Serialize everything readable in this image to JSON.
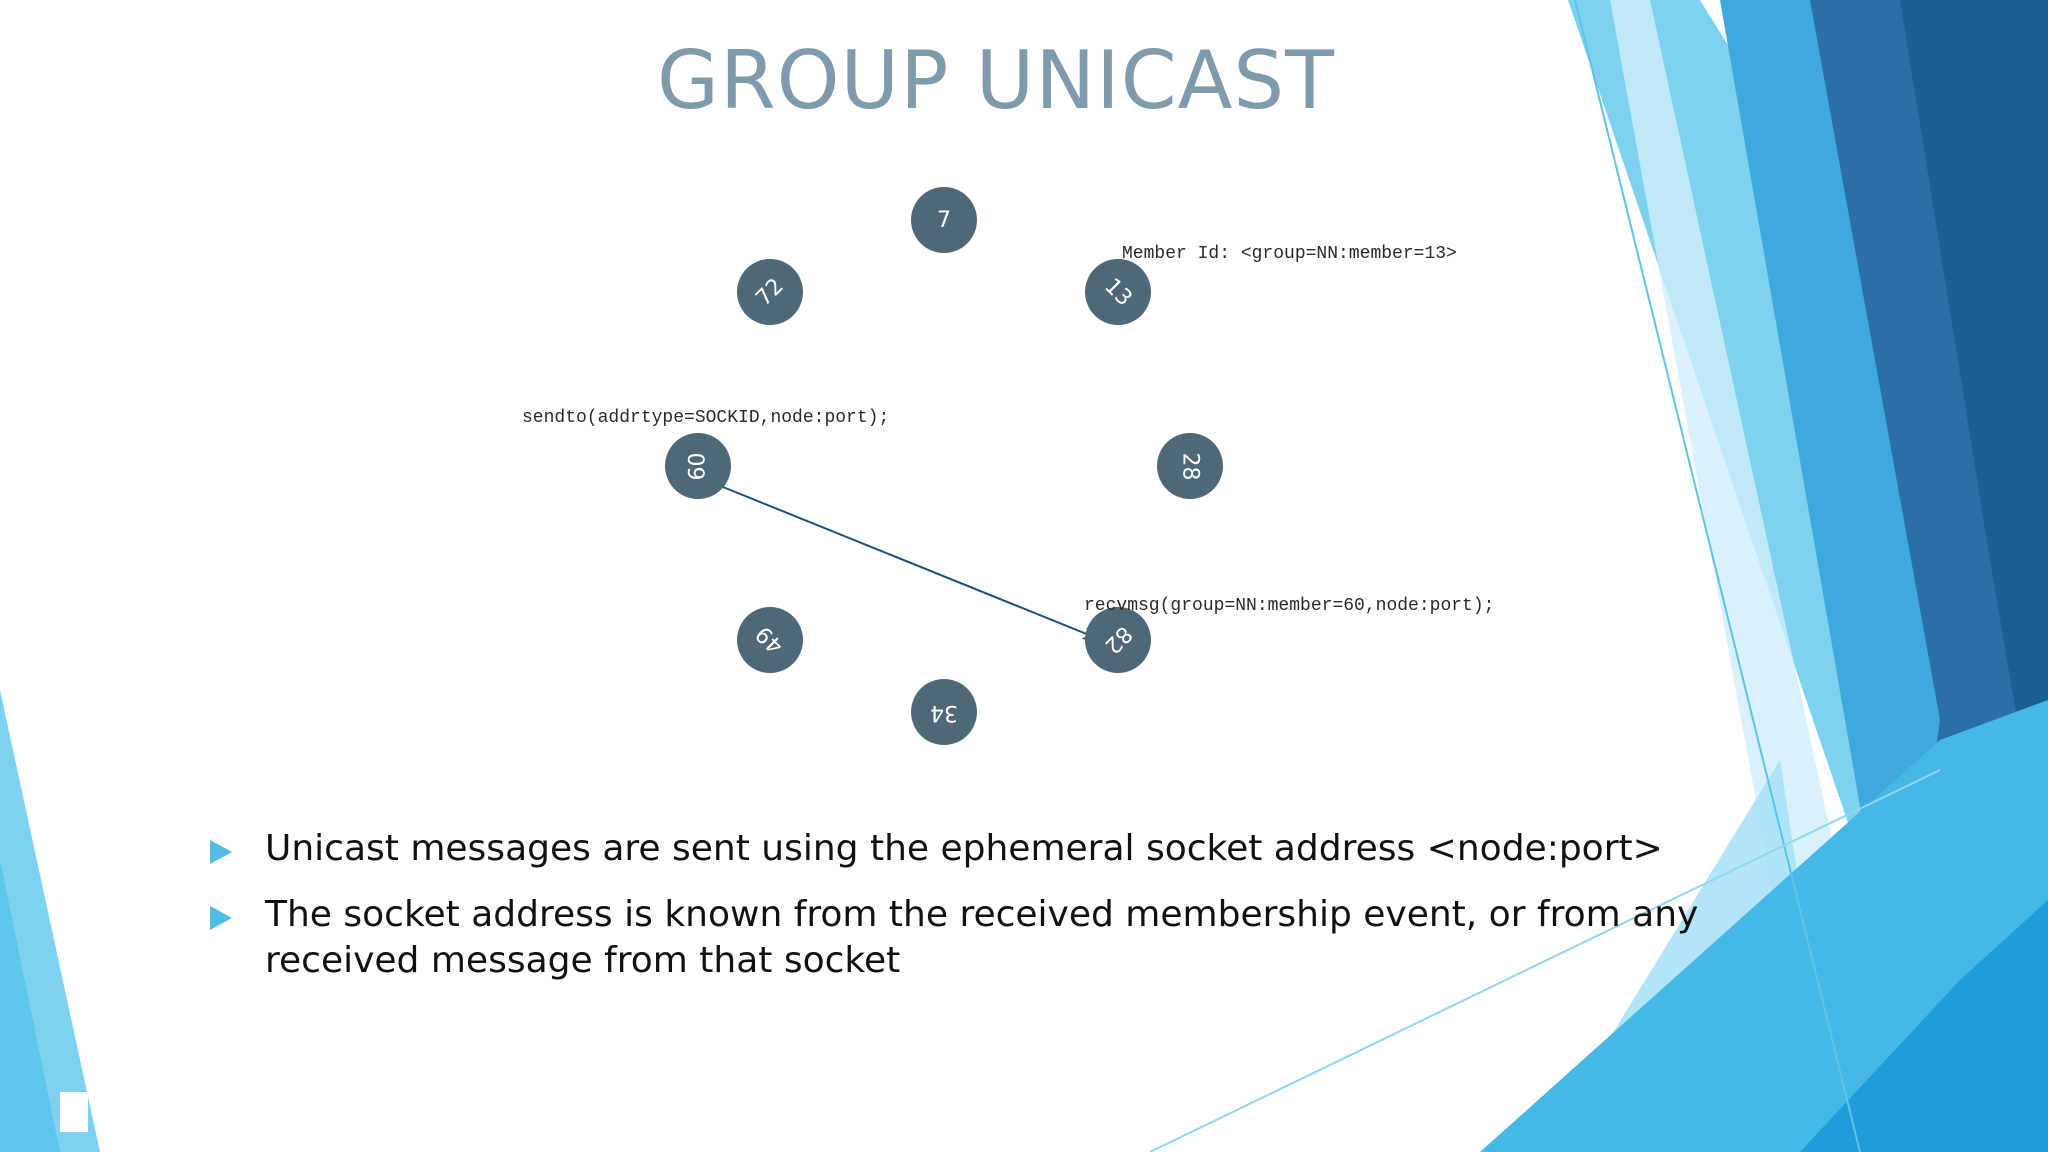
{
  "slide": {
    "title": "GROUP UNICAST",
    "accent_colors": [
      "#1b5f93",
      "#2a82c3",
      "#4fbde6",
      "#9fdcf3",
      "#cfeefa"
    ]
  },
  "diagram": {
    "nodes": [
      {
        "label": "7",
        "rotation_deg": 0
      },
      {
        "label": "13",
        "rotation_deg": 45
      },
      {
        "label": "28",
        "rotation_deg": 90
      },
      {
        "label": "82",
        "rotation_deg": 135
      },
      {
        "label": "34",
        "rotation_deg": 180
      },
      {
        "label": "49",
        "rotation_deg": 225
      },
      {
        "label": "60",
        "rotation_deg": 270
      },
      {
        "label": "72",
        "rotation_deg": 315
      }
    ],
    "member_id_label": "Member Id: <group=NN:member=13>",
    "sendto_label": "sendto(addrtype=SOCKID,node:port);",
    "recvmsg_label": "recvmsg(group=NN:member=60,node:port);",
    "arrow": {
      "from": "60",
      "to": "82"
    }
  },
  "bullets": [
    "Unicast messages are sent using the ephemeral socket address <node:port>",
    "The socket address is known from the received membership event, or from any received message from that socket"
  ]
}
